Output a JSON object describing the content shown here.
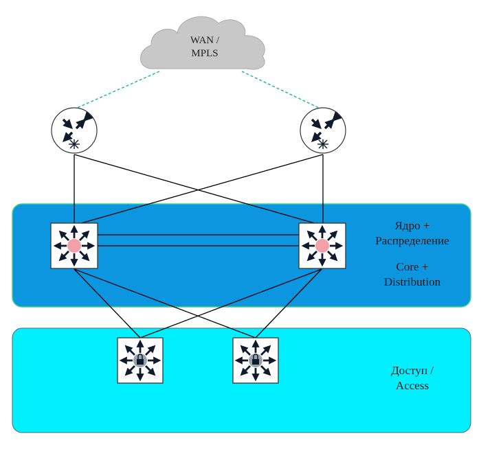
{
  "cloud": {
    "label": "WAN /\nMPLS"
  },
  "zones": {
    "core": {
      "label_ru": "Ядро +\nРаспределение",
      "label_en": "Core +\nDistribution"
    },
    "access": {
      "label": "Доступ /\nAccess"
    }
  },
  "devices": {
    "routers": [
      {
        "id": "router-left",
        "icon": "router-icon"
      },
      {
        "id": "router-right",
        "icon": "router-icon"
      }
    ],
    "core_switches": [
      {
        "id": "core-switch-left",
        "icon": "layer3-switch-icon"
      },
      {
        "id": "core-switch-right",
        "icon": "layer3-switch-icon"
      }
    ],
    "access_switches": [
      {
        "id": "access-switch-left",
        "icon": "access-switch-icon"
      },
      {
        "id": "access-switch-right",
        "icon": "access-switch-icon"
      }
    ]
  },
  "colors": {
    "core_zone": "#0d96e0",
    "access_zone": "#00f0ff",
    "zone_border": "#3fd48a",
    "wan_link": "#2bb39a",
    "cloud": "#c8c8c8",
    "core_dot": "#f4a0a8"
  }
}
